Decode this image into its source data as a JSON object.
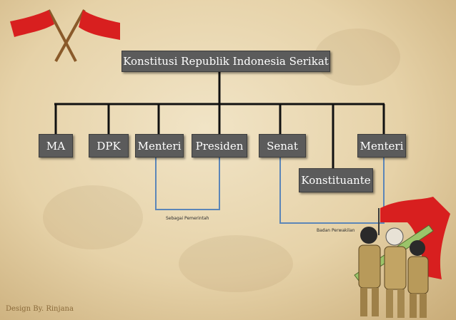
{
  "diagram": {
    "root": "Konstitusi Republik Indonesia Serikat",
    "nodes": {
      "ma": "MA",
      "dpk": "DPK",
      "menteri_left": "Menteri",
      "presiden": "Presiden",
      "senat": "Senat",
      "konstituante": "Konstituante",
      "menteri_right": "Menteri"
    },
    "captions": {
      "pemerintah": "Sebagai Pemerintah",
      "perwakilan": "Badan Perwakilan"
    },
    "credit": "Design By. Rinjana"
  },
  "colors": {
    "box": "#5b5b5b",
    "tree_line": "#111111",
    "relation_line": "#5c86b8",
    "flag_red": "#d81f1f"
  }
}
